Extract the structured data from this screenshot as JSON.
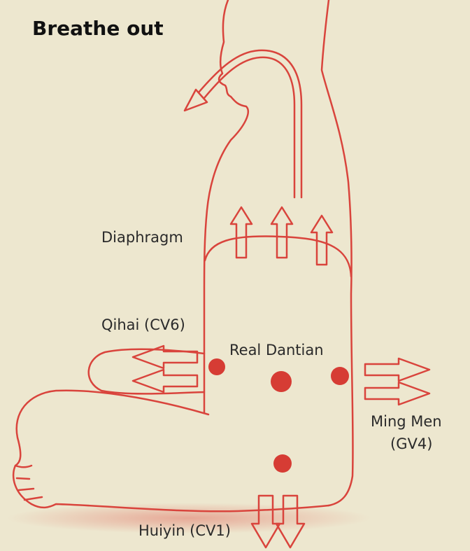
{
  "title": "Breathe out",
  "labels": {
    "diaphragm": "Diaphragm",
    "qihai": "Qihai (CV6)",
    "real_dantian": "Real Dantian",
    "ming_men_line1": "Ming Men",
    "ming_men_line2": "(GV4)",
    "huiyin": "Huiyin (CV1)"
  },
  "colors": {
    "background": "#ede7cf",
    "line": "#d9443c",
    "dot": "#d63c34"
  }
}
